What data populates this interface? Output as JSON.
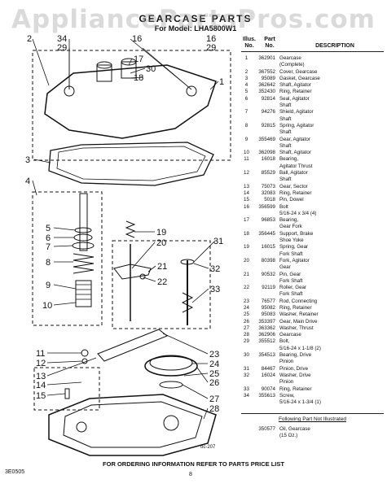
{
  "watermark": "AppliancePartsPros.com",
  "header": {
    "title": "GEARCASE PARTS",
    "subtitle": "For Model: LHA5800W1",
    "col_illus": "Illus.\nNo.",
    "col_part": "Part\nNo.",
    "col_desc": "DESCRIPTION"
  },
  "parts": [
    {
      "illus": "1",
      "part": "362901",
      "desc": "Gearcase"
    },
    {
      "illus": "",
      "part": "",
      "desc": "(Complete)"
    },
    {
      "illus": "2",
      "part": "367552",
      "desc": "Cover, Gearcase"
    },
    {
      "illus": "3",
      "part": "95089",
      "desc": "Gasket, Gearcase"
    },
    {
      "illus": "4",
      "part": "362642",
      "desc": "Shaft, Agitator"
    },
    {
      "illus": "5",
      "part": "352430",
      "desc": "Ring, Retainer"
    },
    {
      "illus": "6",
      "part": "92814",
      "desc": "Seal, Agitator"
    },
    {
      "illus": "",
      "part": "",
      "desc": "Shaft"
    },
    {
      "illus": "7",
      "part": "94276",
      "desc": "Shield, Agitator"
    },
    {
      "illus": "",
      "part": "",
      "desc": "Shaft"
    },
    {
      "illus": "8",
      "part": "92815",
      "desc": "Spring, Agitator"
    },
    {
      "illus": "",
      "part": "",
      "desc": "Shaft"
    },
    {
      "illus": "9",
      "part": "355469",
      "desc": "Gear, Agitator"
    },
    {
      "illus": "",
      "part": "",
      "desc": "Shaft"
    },
    {
      "illus": "10",
      "part": "362098",
      "desc": "Shaft, Agitator"
    },
    {
      "illus": "11",
      "part": "16018",
      "desc": "Bearing,"
    },
    {
      "illus": "",
      "part": "",
      "desc": "Agitator Thrust"
    },
    {
      "illus": "12",
      "part": "85529",
      "desc": "Ball, Agitator"
    },
    {
      "illus": "",
      "part": "",
      "desc": "Shaft"
    },
    {
      "illus": "13",
      "part": "75073",
      "desc": "Gear, Sector"
    },
    {
      "illus": "14",
      "part": "32083",
      "desc": "Ring, Retainer"
    },
    {
      "illus": "15",
      "part": "5018",
      "desc": "Pin, Dowel"
    },
    {
      "illus": "16",
      "part": "356599",
      "desc": "Bolt"
    },
    {
      "illus": "",
      "part": "",
      "desc": "5/16-24 x 3/4 (4)"
    },
    {
      "illus": "17",
      "part": "96853",
      "desc": "Bearing,"
    },
    {
      "illus": "",
      "part": "",
      "desc": "Gear Fork"
    },
    {
      "illus": "18",
      "part": "356445",
      "desc": "Support, Brake"
    },
    {
      "illus": "",
      "part": "",
      "desc": "Shoe Yoke"
    },
    {
      "illus": "19",
      "part": "16015",
      "desc": "Spring, Gear"
    },
    {
      "illus": "",
      "part": "",
      "desc": "Fork Shaft"
    },
    {
      "illus": "20",
      "part": "80398",
      "desc": "Fork, Agitator"
    },
    {
      "illus": "",
      "part": "",
      "desc": "Gear"
    },
    {
      "illus": "21",
      "part": "90532",
      "desc": "Pin, Gear"
    },
    {
      "illus": "",
      "part": "",
      "desc": "Fork Shaft"
    },
    {
      "illus": "22",
      "part": "92119",
      "desc": "Roller, Gear"
    },
    {
      "illus": "",
      "part": "",
      "desc": "Fork Shaft"
    },
    {
      "illus": "23",
      "part": "76577",
      "desc": "Rod, Connecting"
    },
    {
      "illus": "24",
      "part": "95082",
      "desc": "Ring, Retainer"
    },
    {
      "illus": "25",
      "part": "95083",
      "desc": "Washer, Retainer"
    },
    {
      "illus": "26",
      "part": "353397",
      "desc": "Gear, Main Drive"
    },
    {
      "illus": "27",
      "part": "363362",
      "desc": "Washer, Thrust"
    },
    {
      "illus": "28",
      "part": "362906",
      "desc": "Gearcase"
    },
    {
      "illus": "29",
      "part": "355512",
      "desc": "Bolt,"
    },
    {
      "illus": "",
      "part": "",
      "desc": "5/16-24 x 1-1/8 (2)"
    },
    {
      "illus": "30",
      "part": "354513",
      "desc": "Bearing, Drive"
    },
    {
      "illus": "",
      "part": "",
      "desc": "Pinion"
    },
    {
      "illus": "31",
      "part": "84467",
      "desc": "Pinion, Drive"
    },
    {
      "illus": "32",
      "part": "16024",
      "desc": "Washer, Drive"
    },
    {
      "illus": "",
      "part": "",
      "desc": "Pinion"
    },
    {
      "illus": "33",
      "part": "90074",
      "desc": "Ring, Retainer"
    },
    {
      "illus": "34",
      "part": "355613",
      "desc": "Screw,"
    },
    {
      "illus": "",
      "part": "",
      "desc": "5/16-24 x 1-3/4 (1)"
    }
  ],
  "not_illustrated": {
    "heading": "Following Part Not Illustrated",
    "rows": [
      {
        "part": "350577",
        "desc": "Oil, Gearcase"
      },
      {
        "part": "",
        "desc": "(15 Oz.)"
      }
    ]
  },
  "diagram": {
    "code": "oc-207",
    "labels": {
      "l2": "2",
      "l34": "34",
      "l29a": "29",
      "l16a": "16",
      "l16b": "16",
      "l29b": "29",
      "l17": "17",
      "l30": "30",
      "l18": "18",
      "l1": "1",
      "l3": "3",
      "l4": "4",
      "l5": "5",
      "l6": "6",
      "l7": "7",
      "l8": "8",
      "l9": "9",
      "l10": "10",
      "l19": "19",
      "l20": "20",
      "l21": "21",
      "l22": "22",
      "l31": "31",
      "l32": "32",
      "l33": "33",
      "l11": "11",
      "l12": "12",
      "l13": "13",
      "l14": "14",
      "l15": "15",
      "l23": "23",
      "l24": "24",
      "l25": "25",
      "l26": "26",
      "l27": "27",
      "l28": "28"
    }
  },
  "footer": {
    "note": "FOR ORDERING INFORMATION REFER TO PARTS PRICE LIST",
    "doc_code": "3E0505",
    "page": "8"
  }
}
